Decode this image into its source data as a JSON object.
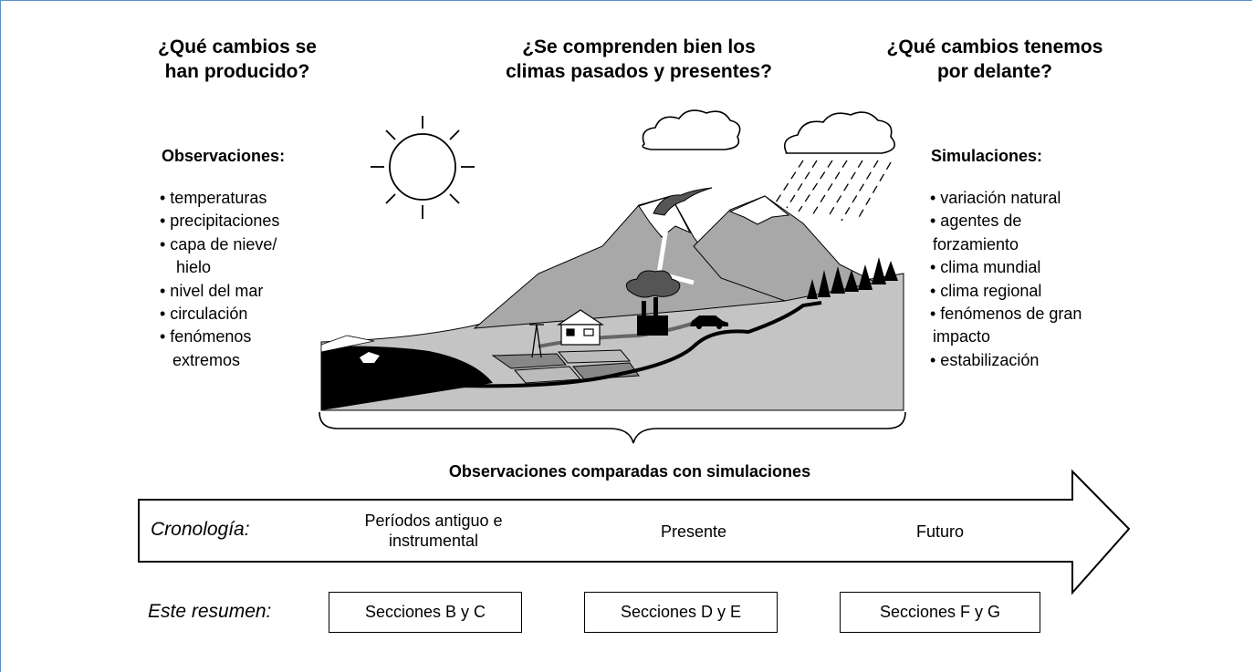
{
  "questions": {
    "left": [
      "¿Qué cambios se",
      "han producido?"
    ],
    "center": [
      "¿Se comprenden bien los",
      "climas pasados y presentes?"
    ],
    "right": [
      "¿Qué cambios tenemos",
      "por delante?"
    ]
  },
  "observations": {
    "heading": "Observaciones:",
    "items": [
      "• temperaturas",
      "• precipitaciones",
      "• capa de nieve/",
      "  hielo",
      "• nivel del mar",
      "• circulación",
      "• fenómenos",
      "  extremos"
    ]
  },
  "simulations": {
    "heading": "Simulaciones:",
    "items": [
      "• variación natural",
      "• agentes de",
      "forzamiento",
      "• clima mundial",
      "• clima regional",
      "• fenómenos de gran",
      "impacto",
      "• estabilización"
    ]
  },
  "comparison": "Observaciones comparadas con simulaciones",
  "timeline": {
    "label": "Cronología:",
    "periods": [
      "Períodos antiguo e",
      "instrumental"
    ],
    "present": "Presente",
    "future": "Futuro"
  },
  "summary": {
    "label": "Este resumen:",
    "sections": [
      "Secciones B y C",
      "Secciones D y E",
      "Secciones F y G"
    ]
  },
  "colors": {
    "frame": "#5b8fc9",
    "mountain": "#a8a8a8",
    "land": "#c4c4c4",
    "water": "#000000"
  }
}
